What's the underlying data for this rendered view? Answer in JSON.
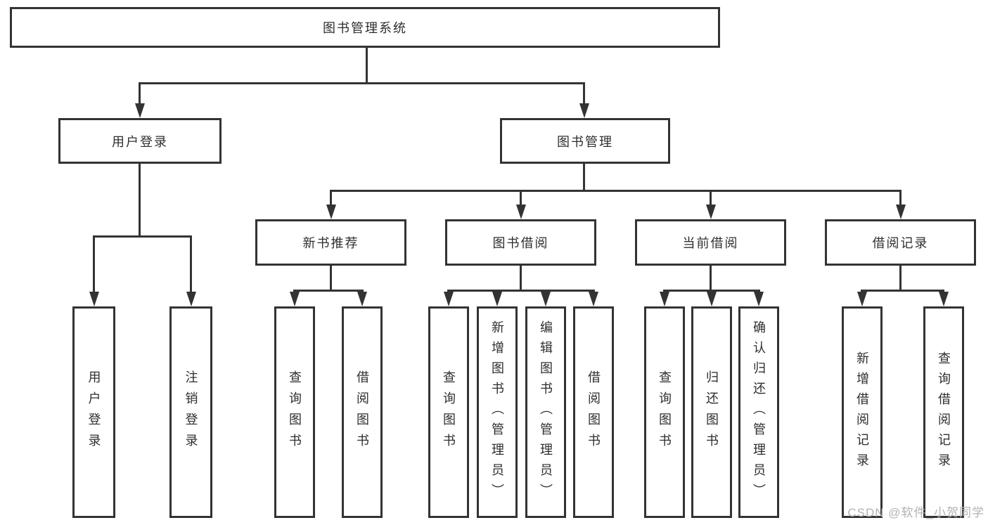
{
  "diagram": {
    "title": "图书管理系统",
    "type": "hierarchy-tree",
    "root": {
      "label": "图书管理系统"
    },
    "level2": [
      {
        "label": "用户登录"
      },
      {
        "label": "图书管理"
      }
    ],
    "level3": [
      {
        "label": "新书推荐"
      },
      {
        "label": "图书借阅"
      },
      {
        "label": "当前借阅"
      },
      {
        "label": "借阅记录"
      }
    ],
    "leaves": {
      "user_login": [
        {
          "label": "用户登录"
        },
        {
          "label": "注销登录"
        }
      ],
      "new_book": [
        {
          "label": "查询图书"
        },
        {
          "label": "借阅图书"
        }
      ],
      "book_borrow": [
        {
          "label": "查询图书"
        },
        {
          "label": "新增图书（管理员）"
        },
        {
          "label": "编辑图书（管理员）"
        },
        {
          "label": "借阅图书"
        }
      ],
      "current_borrow": [
        {
          "label": "查询图书"
        },
        {
          "label": "归还图书"
        },
        {
          "label": "确认归还（管理员）"
        }
      ],
      "borrow_record": [
        {
          "label": "新增借阅记录"
        },
        {
          "label": "查询借阅记录"
        }
      ]
    }
  },
  "watermark": "CSDN @软件_小贺同学",
  "colors": {
    "line": "#333333",
    "box_border": "#333333",
    "text": "#2e2e2e",
    "background": "#ffffff",
    "watermark": "#b2b2b7"
  }
}
